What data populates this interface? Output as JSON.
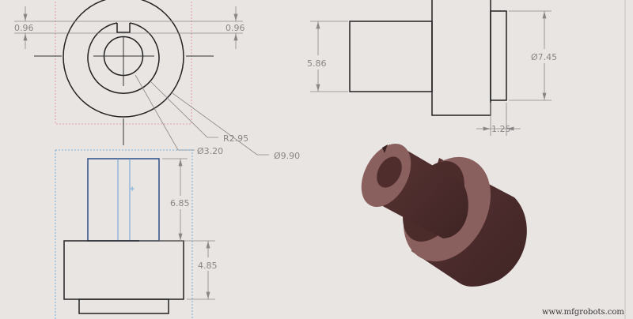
{
  "drawing": {
    "top_view": {
      "dim_slot_left": "0.96",
      "dim_slot_right": "0.96",
      "dim_radius": "R2.95",
      "dim_bore": "Ø3.20",
      "dim_outer": "Ø9.90"
    },
    "front_view": {
      "dim_shaft_height": "6.85",
      "dim_base_height": "4.85"
    },
    "side_view": {
      "dim_shaft_dia": "5.86",
      "dim_step_dia": "Ø7.45",
      "dim_step_len": "1.25"
    },
    "model_colors": {
      "dark": "#4f2d2d",
      "face": "#8a605f"
    },
    "selection_colors": {
      "top_view_box": "#e0869a",
      "front_view_box": "#5aa0e0"
    }
  },
  "watermark": "www.mfgrobots.com"
}
